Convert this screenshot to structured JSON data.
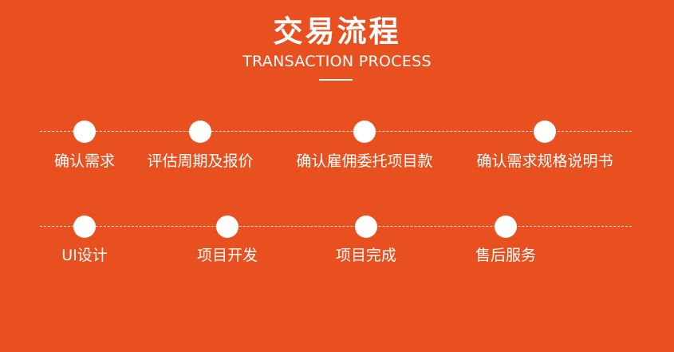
{
  "header": {
    "title": "交易流程",
    "subtitle": "TRANSACTION PROCESS"
  },
  "steps_row1": [
    {
      "label": "确认需求"
    },
    {
      "label": "评估周期及报价"
    },
    {
      "label": "确认雇佣委托项目款"
    },
    {
      "label": "确认需求规格说明书"
    }
  ],
  "steps_row2": [
    {
      "label": "UI设计"
    },
    {
      "label": "项目开发"
    },
    {
      "label": "项目完成"
    },
    {
      "label": "售后服务"
    }
  ],
  "colors": {
    "background": "#E8501F",
    "foreground": "#FFFFFF"
  }
}
